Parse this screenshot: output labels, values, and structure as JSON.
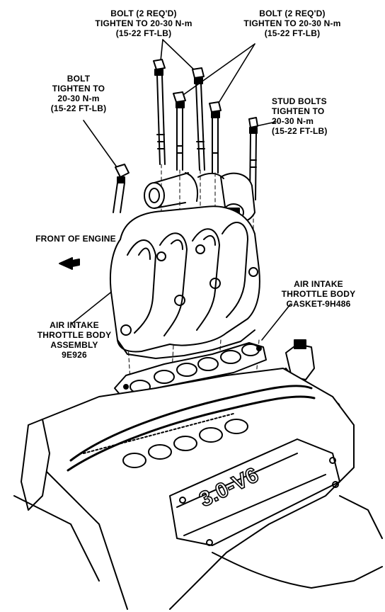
{
  "labels": {
    "bolt_pair_left": [
      "BOLT (2 REQ'D)",
      "TIGHTEN TO 20-30 N-m",
      "(15-22 FT-LB)"
    ],
    "bolt_pair_right": [
      "BOLT (2 REQ'D)",
      "TIGHTEN TO 20-30 N-m",
      "(15-22 FT-LB)"
    ],
    "bolt_single": [
      "BOLT",
      "TIGHTEN TO",
      "20-30 N-m",
      "(15-22 FT-LB)"
    ],
    "stud_bolts": [
      "STUD BOLTS",
      "TIGHTEN TO",
      "20-30 N-m",
      "(15-22 FT-LB)"
    ],
    "front_of_engine": "FRONT OF ENGINE",
    "assembly": [
      "AIR INTAKE",
      "THROTTLE BODY",
      "ASSEMBLY",
      "9E926"
    ],
    "gasket": [
      "AIR INTAKE",
      "THROTTLE BODY",
      "GASKET-9H486"
    ],
    "engine_mark": "3.0-V6"
  }
}
